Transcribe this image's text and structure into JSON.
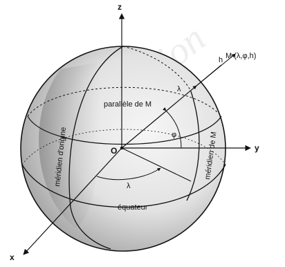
{
  "diagram": {
    "axes": {
      "z": "z",
      "y": "y",
      "x": "x"
    },
    "origin": "O",
    "point_label": "M (λ,φ,h)",
    "height_label": "h",
    "latitude_symbol": "φ",
    "longitude_symbol": "λ",
    "parallel_label": "parallèle de M",
    "meridian_m_label": "méridien de M",
    "meridian_origin_label": "méridien d'origine",
    "equator_label": "équateur",
    "watermark": "ension",
    "colors": {
      "sphere_light": "#f2f2f2",
      "sphere_dark": "#9a9a9a",
      "ink": "#111111"
    }
  }
}
